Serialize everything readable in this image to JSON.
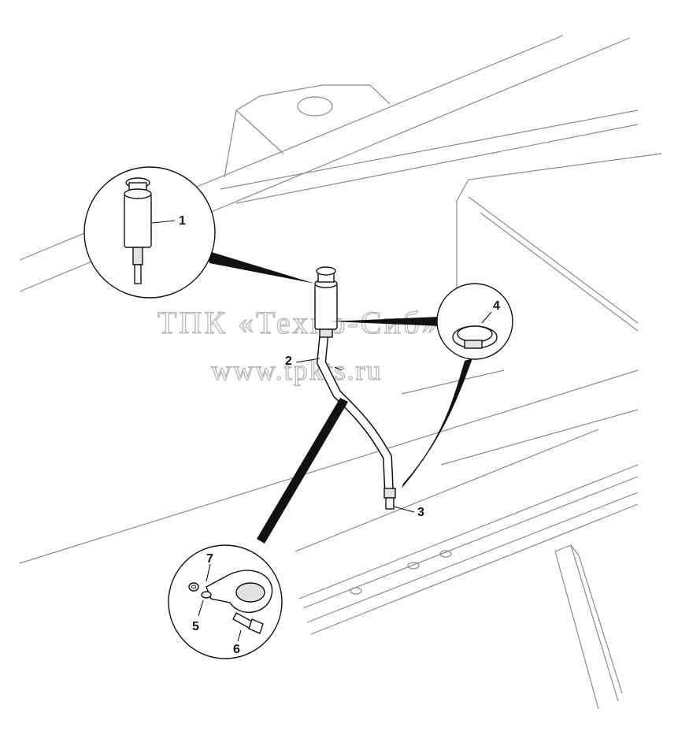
{
  "watermark": {
    "line1": "ТПК «Техно-Сиб»",
    "line2": "www.tpkts.ru",
    "color": "#b9b9b9"
  },
  "callouts": {
    "c1": "1",
    "c2": "2",
    "c3": "3",
    "c4": "4",
    "c5": "5",
    "c6": "6",
    "c7": "7"
  },
  "colors": {
    "ink": "#111111",
    "frame_lines": "#8a8a8a",
    "background": "#ffffff"
  }
}
